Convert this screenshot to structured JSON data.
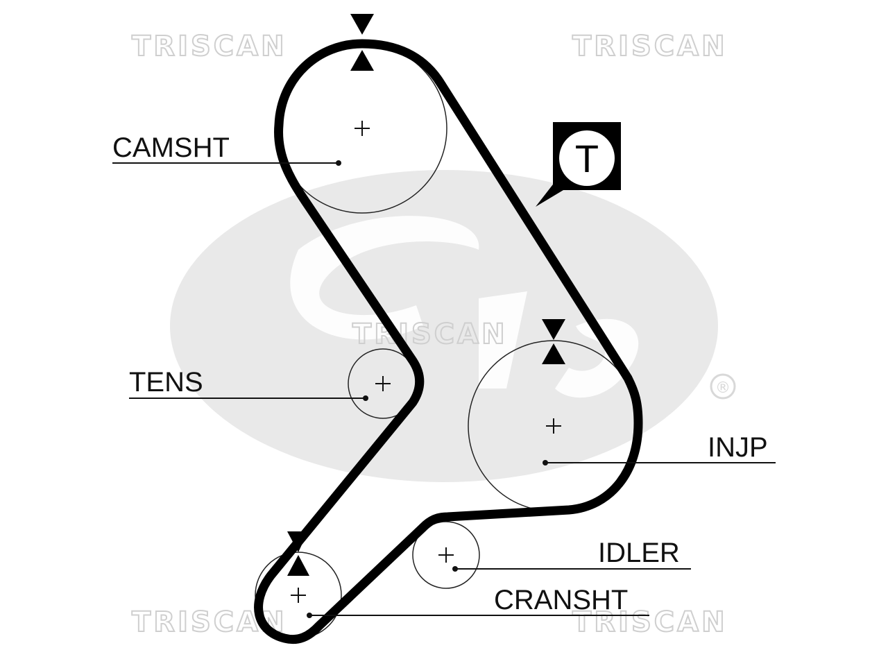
{
  "watermark": {
    "brand": "TRISCAN",
    "registered_mark": "®"
  },
  "labels": {
    "camshaft": "CAMSHT",
    "tensioner": "TENS",
    "injection_pump": "INJP",
    "idler": "IDLER",
    "crankshaft": "CRANSHT"
  },
  "tension_symbol": "T",
  "colors": {
    "belt": "#000000",
    "watermark": "#cfcfcf",
    "logo_shadow": "#e6e6e6"
  }
}
